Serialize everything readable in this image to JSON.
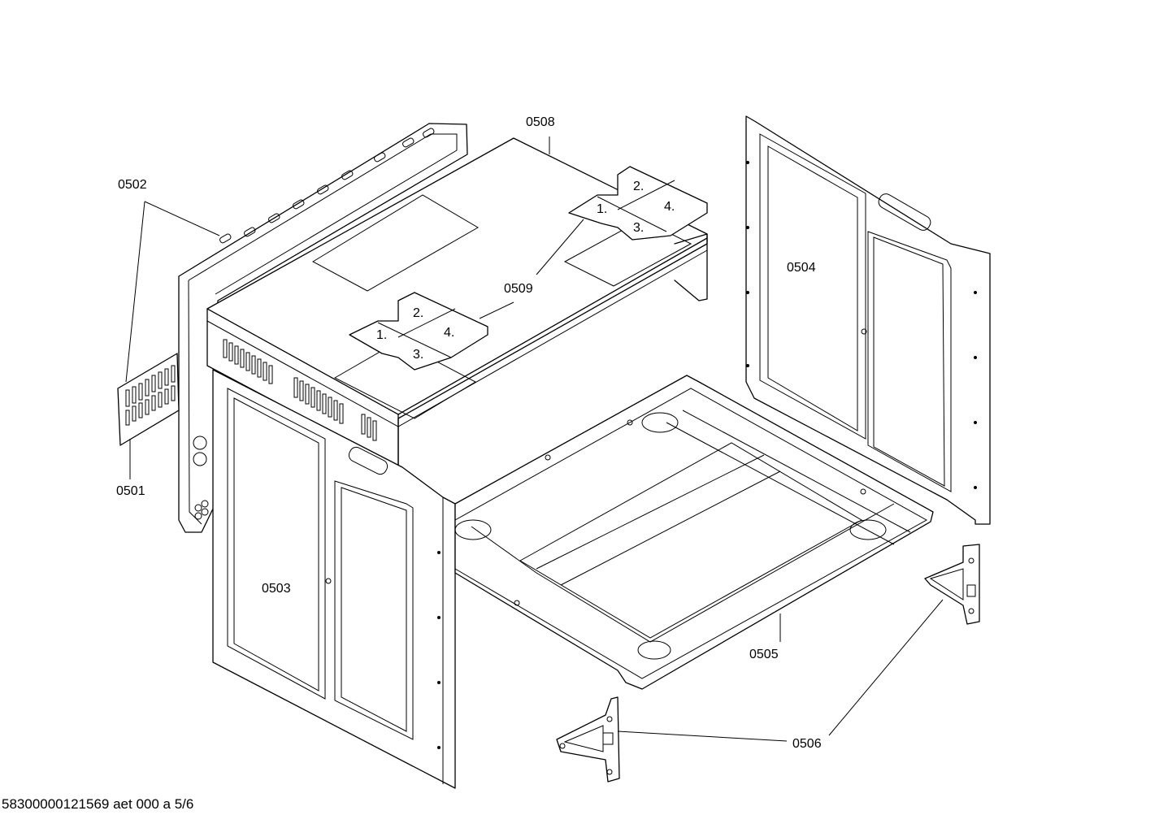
{
  "parts": {
    "p0501": "0501",
    "p0502": "0502",
    "p0503": "0503",
    "p0504": "0504",
    "p0505": "0505",
    "p0506": "0506",
    "p0508": "0508",
    "p0509": "0509"
  },
  "steps": {
    "s1": "1.",
    "s2": "2.",
    "s3": "3.",
    "s4": "4."
  },
  "footer": {
    "document_id": "58300000121569 aet 000 a 5/6"
  }
}
